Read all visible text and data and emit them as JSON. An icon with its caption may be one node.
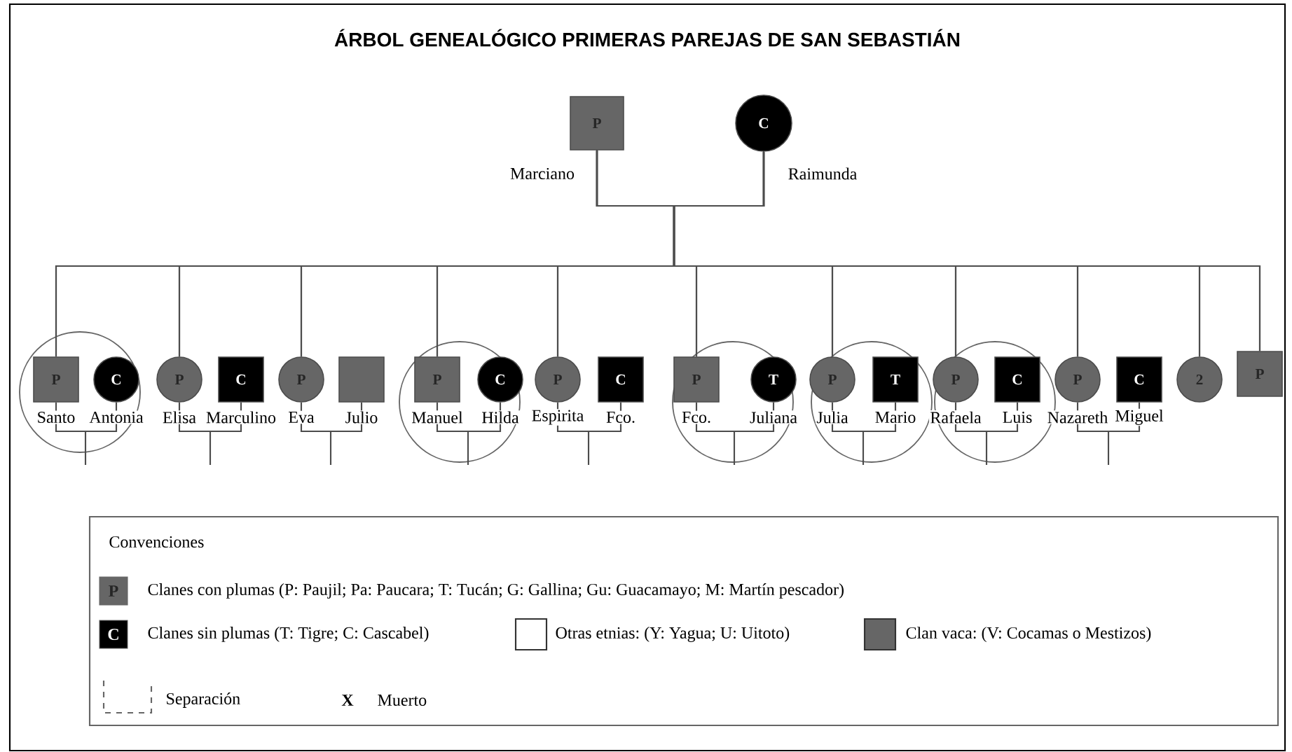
{
  "diagram": {
    "title": "ÁRBOL GENEALÓGICO PRIMERAS PAREJAS DE SAN SEBASTIÁN",
    "nodes": [
      {
        "text": [
          "P"
        ],
        "beside": [
          "Marciano"
        ]
      },
      {
        "text": [
          "C"
        ],
        "beside": [
          "Raimunda"
        ]
      },
      {
        "text": [
          "P"
        ],
        "beside": [
          "Santo"
        ]
      },
      {
        "text": [
          "C"
        ],
        "beside": [
          "Antonia"
        ]
      },
      {
        "text": [
          "P"
        ],
        "beside": [
          "Elisa"
        ]
      },
      {
        "text": [
          "C"
        ],
        "beside": [
          "Marculino"
        ]
      },
      {
        "text": [
          "P"
        ],
        "beside": [
          "Eva"
        ]
      },
      {
        "text": [],
        "shape": "box",
        "beside": [
          "Julio"
        ]
      },
      {
        "text": [
          "P"
        ],
        "beside": [
          "Manuel"
        ]
      },
      {
        "text": [
          "C"
        ],
        "beside": [
          "Hilda"
        ]
      },
      {
        "text": [
          "P"
        ],
        "beside": [
          "Espirita"
        ]
      },
      {
        "text": [
          "C"
        ],
        "beside": [
          "Fco."
        ]
      },
      {
        "text": [
          "P"
        ],
        "beside": [
          "Fco."
        ]
      },
      {
        "text": [
          "T"
        ],
        "beside": [
          "Juliana"
        ]
      },
      {
        "text": [
          "P"
        ],
        "beside": [
          "Julia"
        ]
      },
      {
        "text": [
          "T"
        ],
        "beside": [
          "Mario"
        ]
      },
      {
        "text": [
          "P"
        ],
        "beside": [
          "Rafaela"
        ]
      },
      {
        "text": [
          "C"
        ],
        "beside": [
          "Luis"
        ]
      },
      {
        "text": [
          "P"
        ],
        "beside": [
          "Nazareth"
        ]
      },
      {
        "text": [
          "C"
        ],
        "beside": [
          "Miguel"
        ]
      },
      {
        "text": [
          "2"
        ]
      },
      {
        "text": [
          "P"
        ]
      }
    ],
    "edges": [
      {
        "from": 0,
        "to": 1,
        "arrow": "none"
      },
      {
        "from": 0,
        "to": 2,
        "arrow": "none"
      },
      {
        "from": 1,
        "to": 2,
        "arrow": "none"
      },
      {
        "from": 0,
        "to": 4,
        "arrow": "none"
      },
      {
        "from": 1,
        "to": 4,
        "arrow": "none"
      },
      {
        "from": 0,
        "to": 6,
        "arrow": "none"
      },
      {
        "from": 1,
        "to": 6,
        "arrow": "none"
      },
      {
        "from": 0,
        "to": 8,
        "arrow": "none"
      },
      {
        "from": 1,
        "to": 8,
        "arrow": "none"
      },
      {
        "from": 0,
        "to": 10,
        "arrow": "none"
      },
      {
        "from": 1,
        "to": 10,
        "arrow": "none"
      },
      {
        "from": 0,
        "to": 12,
        "arrow": "none"
      },
      {
        "from": 1,
        "to": 12,
        "arrow": "none"
      },
      {
        "from": 0,
        "to": 14,
        "arrow": "none"
      },
      {
        "from": 1,
        "to": 14,
        "arrow": "none"
      },
      {
        "from": 0,
        "to": 16,
        "arrow": "none"
      },
      {
        "from": 1,
        "to": 16,
        "arrow": "none"
      },
      {
        "from": 0,
        "to": 18,
        "arrow": "none"
      },
      {
        "from": 1,
        "to": 18,
        "arrow": "none"
      },
      {
        "from": 0,
        "to": 20,
        "arrow": "none"
      },
      {
        "from": 1,
        "to": 20,
        "arrow": "none"
      },
      {
        "from": 0,
        "to": 21,
        "arrow": "none"
      },
      {
        "from": 1,
        "to": 21,
        "arrow": "none"
      },
      {
        "from": 2,
        "to": 3,
        "arrow": "none"
      },
      {
        "from": 4,
        "to": 5,
        "arrow": "none"
      },
      {
        "from": 6,
        "to": 7,
        "arrow": "none"
      },
      {
        "from": 8,
        "to": 9,
        "arrow": "none"
      },
      {
        "from": 10,
        "to": 11,
        "arrow": "none"
      },
      {
        "from": 12,
        "to": 13,
        "arrow": "none"
      },
      {
        "from": 14,
        "to": 15,
        "arrow": "none"
      },
      {
        "from": 16,
        "to": 17,
        "arrow": "none"
      },
      {
        "from": 18,
        "to": 19,
        "arrow": "none"
      }
    ],
    "labels": [
      "Convenciones",
      "P",
      "C",
      "X"
    ],
    "legend": [
      {
        "text": "Clanes con plumas (P: Paujil; Pa: Paucara; T: Tucán; G: Gallina; Gu: Guacamayo; M: Martín pescador)"
      },
      {
        "text": "Clanes sin plumas (T: Tigre;  C: Cascabel)"
      },
      {
        "text": "Otras etnias: (Y: Yagua; U: Uitoto)"
      },
      {
        "text": "Clan vaca: (V: Cocamas o Mestizos)",
        "color": "#666666"
      },
      {
        "text": "Separación"
      },
      {
        "text": "Muerto"
      }
    ]
  }
}
